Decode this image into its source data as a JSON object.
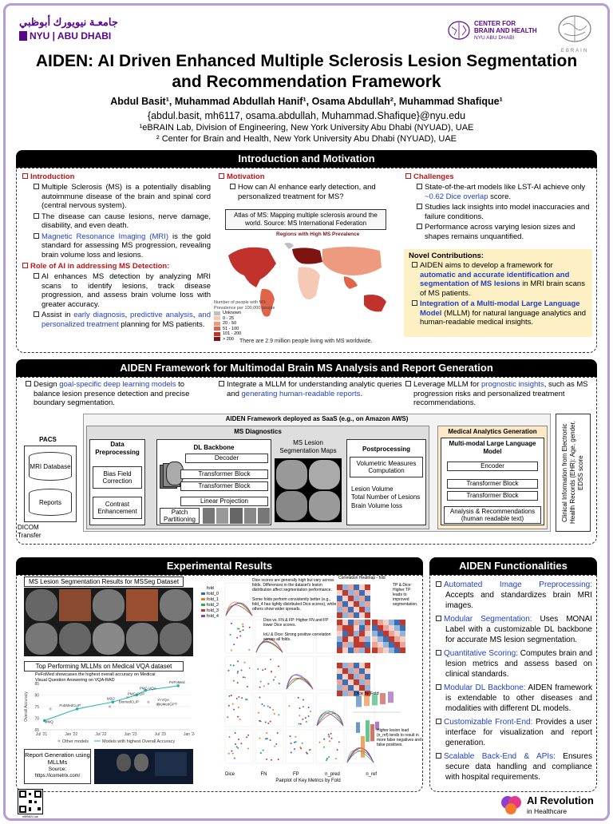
{
  "header": {
    "nyu_arabic": "جامعـة نيويورك أبوظبي",
    "nyu_logo": "NYU | ABU DHABI",
    "cbh_line1": "CENTER FOR",
    "cbh_line2": "BRAIN AND HEALTH",
    "cbh_line3": "NYU ABU DHABI",
    "ebrain": "EBRAIN"
  },
  "title": {
    "line1": "AIDEN: AI Driven Enhanced Multiple Sclerosis Lesion Segmentation",
    "line2": "and Recommendation Framework",
    "authors": "Abdul Basit¹, Muhammad Abdullah Hanif¹, Osama Abdullah², Muhammad Shafique¹",
    "emails": "{abdul.basit, mh6117, osama.abdullah, Muhammad.Shafique}@nyu.edu",
    "affil1": "¹eBRAIN Lab, Division of Engineering, New York University Abu Dhabi (NYUAD), UAE",
    "affil2": "² Center for Brain and Health, New York University Abu Dhabi (NYUAD), UAE"
  },
  "intro": {
    "heading": "Introduction and Motivation",
    "introduction_title": "Introduction",
    "intro_b1": "Multiple Sclerosis (MS) is a potentially disabling autoimmune disease of the brain and spinal cord (central nervous system).",
    "intro_b2": "The disease can cause lesions, nerve damage, disability, and even death.",
    "intro_b3_blue": "Magnetic Resonance Imaging (MRI)",
    "intro_b3_rest": " is the gold standard for assessing MS progression, revealing brain volume loss and lesions.",
    "role_title": "Role of AI in addressing MS Detection:",
    "role_b1": "AI enhances MS detection by analyzing MRI scans to identify lesions, track disease progression, and assess brain volume loss with greater accuracy.",
    "role_b2_pre": "Assist in ",
    "role_b2_blue1": "early diagnosis",
    "role_b2_sep1": ", ",
    "role_b2_blue2": "predictive analysis",
    "role_b2_sep2": ", ",
    "role_b2_blue3": "and personalized treatment",
    "role_b2_post": " planning for MS patients.",
    "motivation_title": "Motivation",
    "motivation_b1": "How can AI enhance early detection, and personalized treatment for MS?",
    "atlas_caption": "Atlas of MS: Mapping multiple sclerosis around the world. Source: MS International Federation",
    "map_title": "Regions with High MS Prevalence",
    "map_legend_title": "Number of people with MS Prevalence per 100,000 people",
    "map_legend": [
      "Unknown",
      "0 - 25",
      "20 - 50",
      "51 - 100",
      "101 - 200",
      "> 200"
    ],
    "map_legend_colors": [
      "#bfbfbf",
      "#f6c9b7",
      "#ee9a7f",
      "#e0644a",
      "#c0322b",
      "#7d1411"
    ],
    "map_footer": "There are 2.9 million people living with MS worldwide.",
    "challenges_title": "Challenges",
    "ch_b1_pre": "State-of-the-art models like LST-AI achieve only ",
    "ch_b1_blue": "~0.62 Dice overlap",
    "ch_b1_post": " score.",
    "ch_b2": "Studies lack insights into model inaccuracies and failure conditions.",
    "ch_b3": "Performance across varying lesion sizes and shapes remains unquantified.",
    "novel_title": "Novel Contributions:",
    "nc_b1_pre": "AIDEN aims to develop a framework for ",
    "nc_b1_blue": "automatic and accurate identification and segmentation of MS lesions",
    "nc_b1_post": " in MRI brain scans of MS patients.",
    "nc_b2_blue": "Integration of a Multi-modal Large Language Model",
    "nc_b2_post": " (MLLM) for natural language analytics and human-readable medical insights."
  },
  "framework": {
    "heading": "AIDEN Framework for Multimodal Brain MS Analysis and Report Generation",
    "b1_pre": "Design ",
    "b1_blue": "goal-specific deep learning models",
    "b1_post": " to balance lesion presence detection and precise boundary segmentation.",
    "b2_pre": "Integrate a MLLM for understanding analytic queries and ",
    "b2_blue": "generating human-readable reports",
    "b2_post": ".",
    "b3_pre": "Leverage MLLM for ",
    "b3_blue": "prognostic insights",
    "b3_post": ", such as MS progression risks and personalized treatment recommendations.",
    "saas": "AIDEN Framework deployed as SaaS (e.g., on Amazon AWS)",
    "ms_diag": "MS Diagnostics",
    "pacs": "PACS",
    "mri_db": "MRI Database",
    "reports": "Reports",
    "dicom": "DICOM Transfer",
    "data_prep": "Data Preprocessing",
    "bias": "Bias Field Correction",
    "contrast": "Contrast Enhancement",
    "dl_backbone": "DL Backbone",
    "decoder": "Decoder",
    "tb1": "Transformer Block",
    "tb2": "Transformer Block",
    "linproj": "Linear Projection",
    "patch": "Patch Partitioning",
    "seg_maps": "MS Lesion Segmentation Maps",
    "postproc": "Postprocessing",
    "volumetric": "Volumetric Measures Computation",
    "lesion_vol": "Lesion Volume",
    "total_lesions": "Total Number of Lesions",
    "brain_vol": "Brain Volume loss",
    "med_gen": "Medical Analytics Generation",
    "mllm": "Multi-modal Large Language Model",
    "encoder": "Encoder",
    "mtb1": "Transformer Block",
    "mtb2": "Transformer Block",
    "analysis": "Analysis & Recommendations (human readable text)",
    "ehr": "Clinical Information from Electronic Health Records (EHR): Age, gender, EDSS score"
  },
  "results": {
    "heading": "Experimental Results",
    "seg_caption": "MS Lesion Segmentation Results for MSSeg Dataset",
    "vqa_caption": "Top Performing MLLMs on Medical VQA dataset",
    "vqa_note": "PeFoMed showcases the highest overall accuracy on Medical Visual Question Answering on VQA-RAD",
    "vqa_ylabel": "Overall Accuracy",
    "vqa_legend1": "Other models",
    "vqa_legend2": "Models with highest Overall Accuracy",
    "report_gen": "Report Generation using MLLMs",
    "source_label": "Source:",
    "source_url": "https://icometrix.com/",
    "pair_title": "Pairplot of Key Metrics by Fold",
    "pair_note1": "Dice scores are generally high but vary across folds. Differences in the dataset's lesion distribution affect segmentation performance.",
    "pair_note2": "Some folds perform consistently better (e.g., fold_4 has tightly distributed Dice scores), while others show wider spreads.",
    "pair_note3": "Dice vs. FN & FP: Higher FN and FP lower Dice scores.",
    "pair_note4": "IoU & Dice: Strong positive correlation across all folds.",
    "pair_note5": "TP & Dice: Higher TP leads to improved segmentation.",
    "pair_note6": "Higher lesion load (n_ref) tends to result in more false negatives and false positives.",
    "heatmap_title": "Correlation Heatmap - fold",
    "dice_by_fold": "Dice by Fold",
    "folds": [
      "fold",
      "fold_0",
      "fold_1",
      "fold_2",
      "fold_3",
      "fold_4"
    ],
    "pair_x": [
      "Dice",
      "FN",
      "FP",
      "n_pred",
      "n_ref"
    ],
    "qr_caption": "eBRAIN Lab"
  },
  "vqa_chart": {
    "chart_data": {
      "type": "scatter",
      "title": "",
      "xlabel": "",
      "ylabel": "Overall Accuracy",
      "x_ticks": [
        "Jul '21",
        "Jan '22",
        "Jul '22",
        "Jan '23",
        "Jul '23",
        "Jan '24"
      ],
      "y_ticks": [
        65,
        70,
        75,
        80,
        85
      ],
      "ylim": [
        65,
        85
      ],
      "series": [
        {
          "name": "Other models",
          "points": [
            {
              "x": 0.3,
              "y": 74
            },
            {
              "x": 2.3,
              "y": 75
            },
            {
              "x": 2.9,
              "y": 79
            },
            {
              "x": 3.6,
              "y": 77
            },
            {
              "x": 3.9,
              "y": 76
            }
          ]
        },
        {
          "name": "Models with highest Overall Accuracy",
          "points": [
            {
              "x": 0.1,
              "y": 69
            },
            {
              "x": 1.2,
              "y": 74
            },
            {
              "x": 2.4,
              "y": 77
            },
            {
              "x": 3.2,
              "y": 80
            },
            {
              "x": 3.5,
              "y": 82
            },
            {
              "x": 4.6,
              "y": 84
            }
          ]
        }
      ],
      "point_labels": [
        "MMQ",
        "PubMedCLIP",
        "M2I2",
        "BiomedCLIP",
        "PMC-CLIP",
        "PMC-VQA",
        "PeFoMed",
        "Yi-VQA",
        "BioMedGPT"
      ]
    }
  },
  "functionalities": {
    "heading": "AIDEN Functionalities",
    "items": [
      {
        "blue": "Automated Image Preprocessing:",
        "rest": " Accepts and standardizes brain MRI images."
      },
      {
        "blue": "Modular Segmentation:",
        "rest": " Uses MONAI Label with a customizable DL backbone for accurate MS lesion segmentation."
      },
      {
        "blue": "Quantitative Scoring:",
        "rest": " Computes brain and lesion metrics and assess based on clinical standards."
      },
      {
        "blue": "Modular DL Backbone:",
        "rest": " AIDEN framework is extendable to other diseases and modalities with different DL models."
      },
      {
        "blue": "Customizable Front-End:",
        "rest": " Provides a user interface for visualization and report generation."
      },
      {
        "blue": "Scalable Back-End & APIs:",
        "rest": " Ensures secure data handling and compliance with hospital requirements."
      }
    ]
  },
  "footer": {
    "ai_rev1": "AI Revolution",
    "ai_rev2": "in Healthcare"
  },
  "colors": {
    "accent_blue": "#1f3fd1",
    "accent_red": "#c0171b",
    "frame_purple": "#b79cd8",
    "novel_bg": "#fdf0c4"
  }
}
